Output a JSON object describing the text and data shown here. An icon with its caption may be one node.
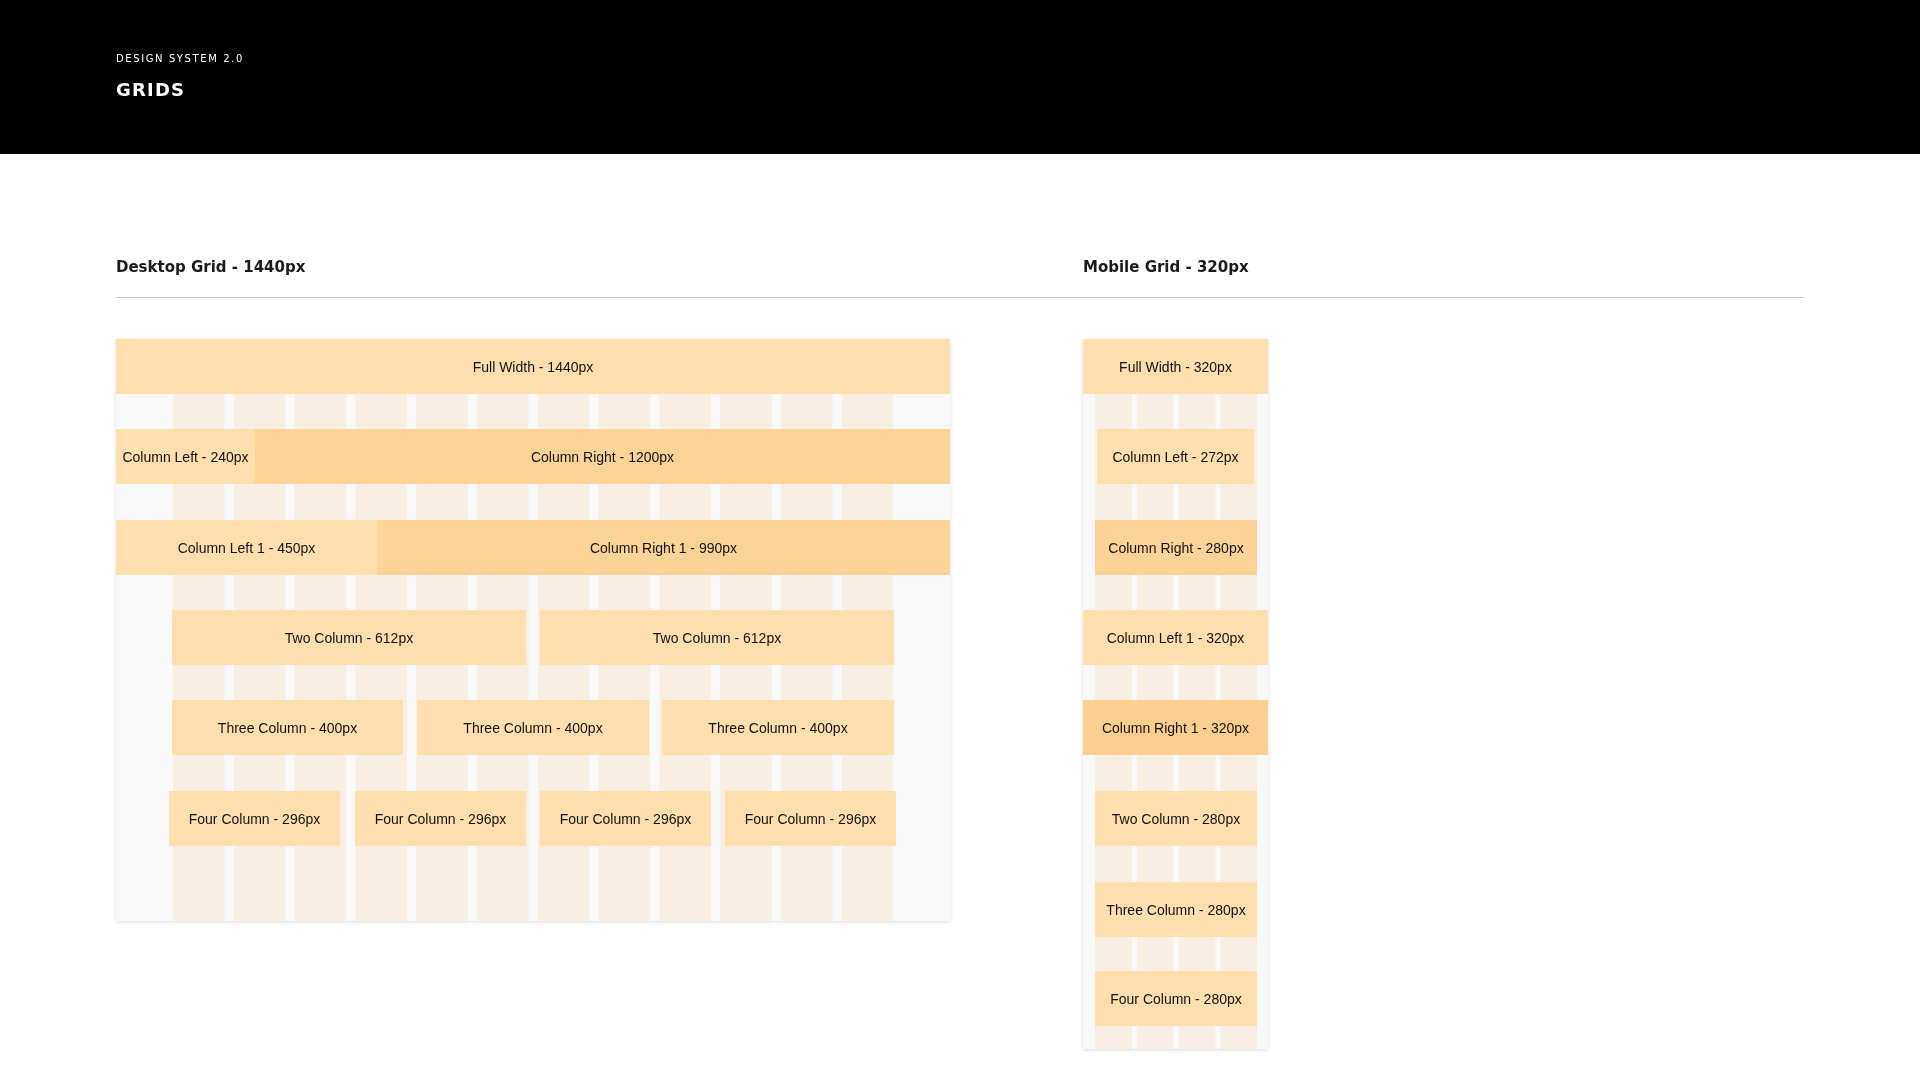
{
  "diagram": {
    "title": "GRIDS",
    "nodes": [
      {
        "text": [
          "Desktop Grid - 1440px"
        ]
      },
      {
        "text": [
          "Full Width - 1440px"
        ],
        "in": 0
      },
      {
        "text": [
          "Column Left - 240px"
        ],
        "in": 0
      },
      {
        "text": [
          "Column Right - 1200px"
        ],
        "in": 0
      },
      {
        "text": [
          "Column Left 1 - 450px"
        ],
        "in": 0
      },
      {
        "text": [
          "Column Right 1 - 990px"
        ],
        "in": 0
      },
      {
        "text": [
          "Two Column - 612px"
        ],
        "in": 0
      },
      {
        "text": [
          "Two Column - 612px"
        ],
        "in": 0
      },
      {
        "text": [
          "Three Column - 400px"
        ],
        "in": 0
      },
      {
        "text": [
          "Three Column - 400px"
        ],
        "in": 0
      },
      {
        "text": [
          "Three Column - 400px"
        ],
        "in": 0
      },
      {
        "text": [
          "Four Column - 296px"
        ],
        "in": 0
      },
      {
        "text": [
          "Four Column - 296px"
        ],
        "in": 0
      },
      {
        "text": [
          "Four Column - 296px"
        ],
        "in": 0
      },
      {
        "text": [
          "Four Column - 296px"
        ],
        "in": 0
      },
      {
        "text": [
          "Mobile Grid - 320px"
        ]
      },
      {
        "text": [
          "Full Width - 320px"
        ],
        "in": 15
      },
      {
        "text": [
          "Column Left - 272px"
        ],
        "in": 15
      },
      {
        "text": [
          "Column Right - 280px"
        ],
        "in": 15
      },
      {
        "text": [
          "Column Left 1 - 320px"
        ],
        "in": 15
      },
      {
        "text": [
          "Column Right 1 - 320px"
        ],
        "in": 15
      },
      {
        "text": [
          "Two Column - 280px"
        ],
        "in": 15
      },
      {
        "text": [
          "Three Column - 280px"
        ],
        "in": 15
      },
      {
        "text": [
          "Four Column - 280px"
        ],
        "in": 15
      }
    ],
    "labels": [
      "DESIGN SYSTEM 2.0"
    ]
  }
}
